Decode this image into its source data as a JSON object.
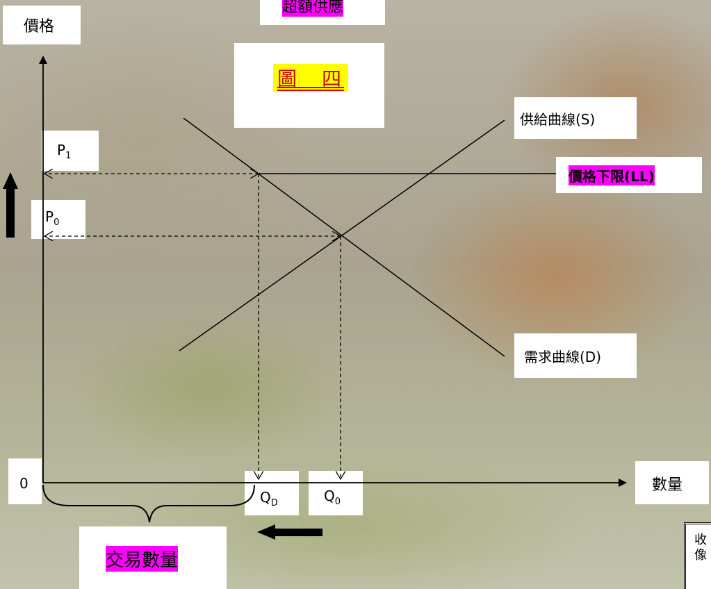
{
  "axes": {
    "y_label": "價格",
    "x_label": "數量",
    "origin": "0"
  },
  "title": {
    "text": "圖　四"
  },
  "top_label": "超額供應",
  "curves": {
    "supply": "供給曲線(S)",
    "demand": "需求曲線(D)",
    "price_floor": "價格下限(LL)"
  },
  "price_marks": {
    "p1": "P",
    "p1_sub": "1",
    "p0": "P",
    "p0_sub": "0"
  },
  "quantity_marks": {
    "qd": "Q",
    "qd_sub": "D",
    "q0": "Q",
    "q0_sub": "0"
  },
  "bracket_label": "交易數量",
  "corner_note": "收\n像\n"
}
